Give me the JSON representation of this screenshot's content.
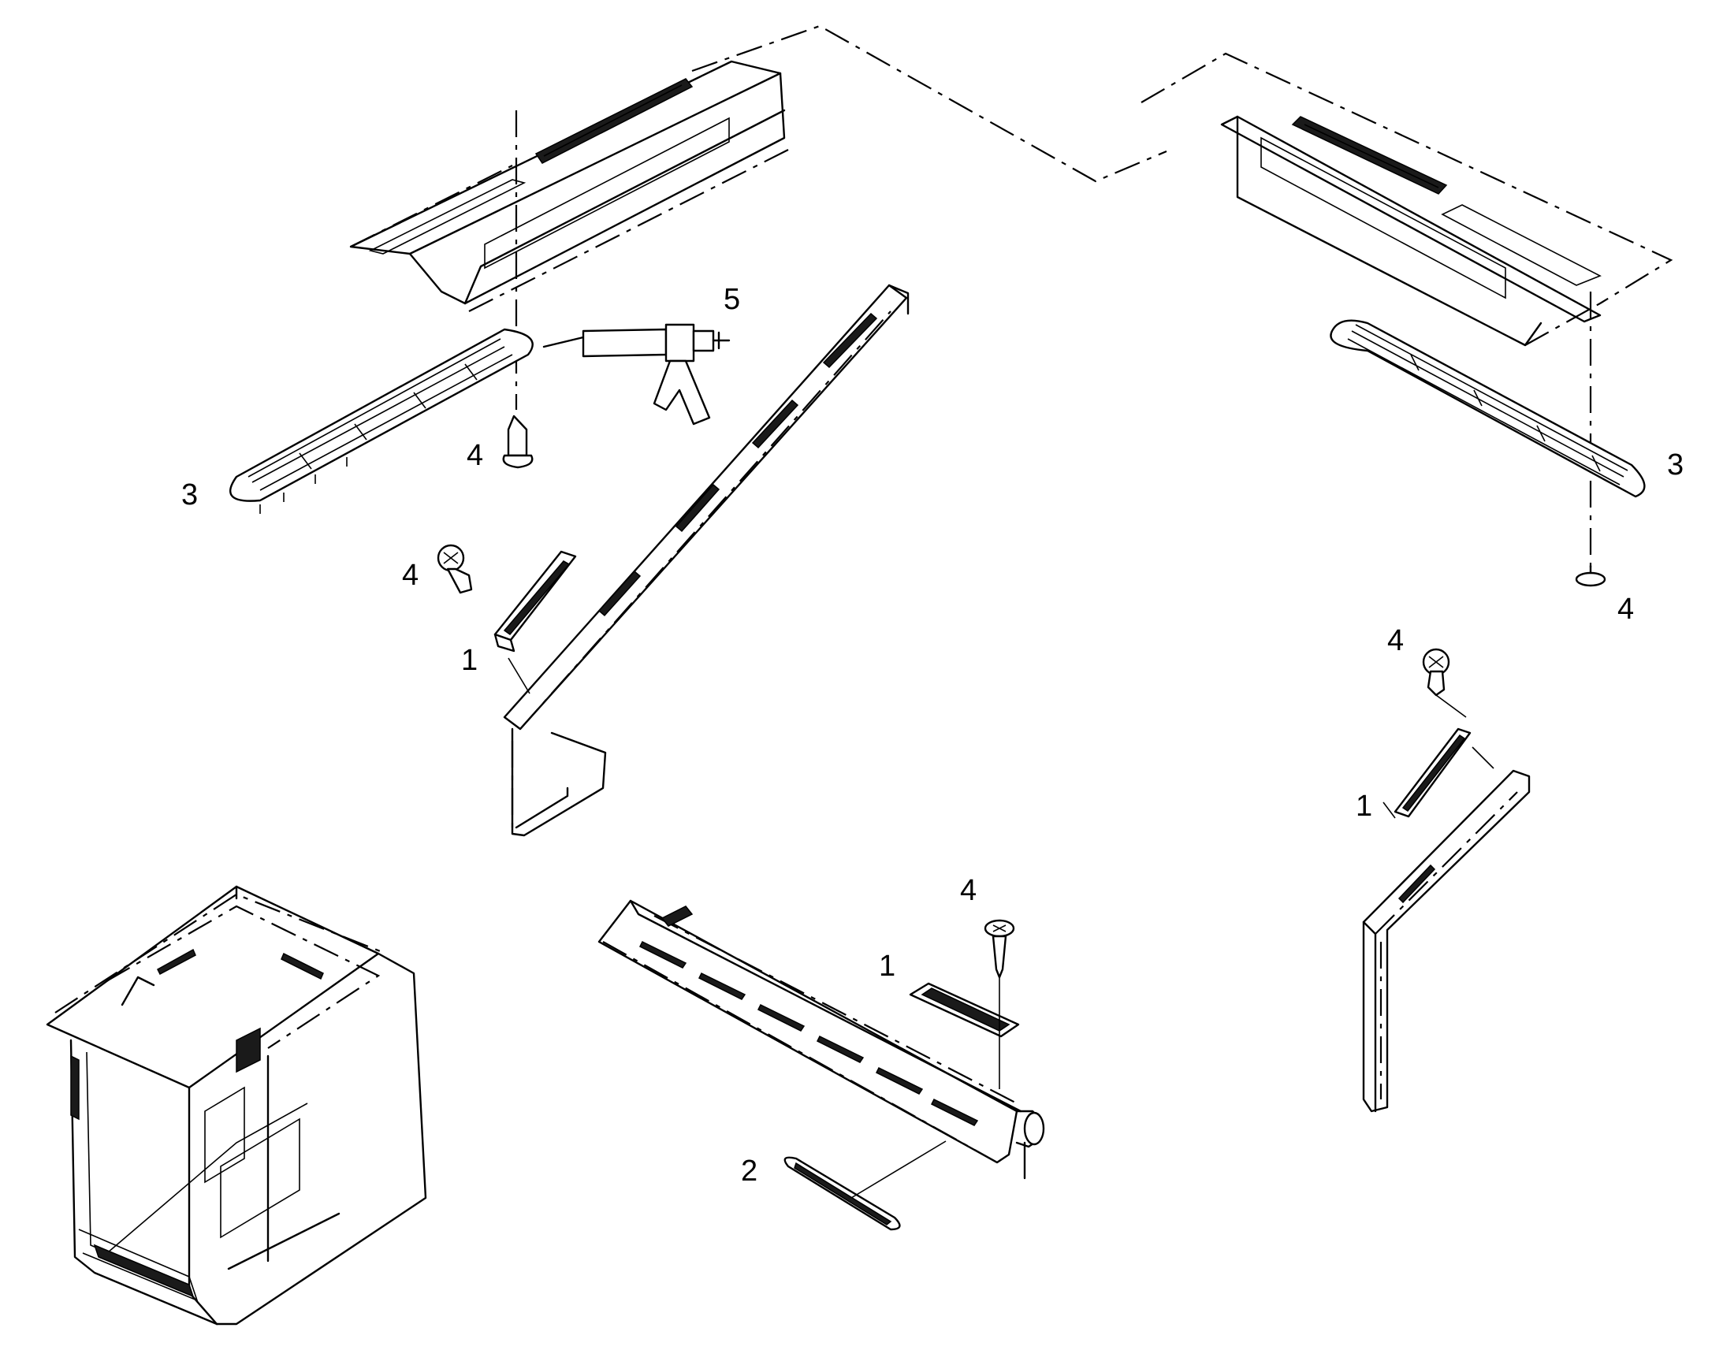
{
  "callouts": [
    {
      "id": "cl-5",
      "text": "5"
    },
    {
      "id": "cl-3a",
      "text": "3"
    },
    {
      "id": "cl-4a",
      "text": "4"
    },
    {
      "id": "cl-4b",
      "text": "4"
    },
    {
      "id": "cl-1a",
      "text": "1"
    },
    {
      "id": "cl-3b",
      "text": "3"
    },
    {
      "id": "cl-4c",
      "text": "4"
    },
    {
      "id": "cl-4d",
      "text": "4"
    },
    {
      "id": "cl-1b",
      "text": "1"
    },
    {
      "id": "cl-4e",
      "text": "4"
    },
    {
      "id": "cl-1c",
      "text": "1"
    },
    {
      "id": "cl-2",
      "text": "2"
    }
  ]
}
